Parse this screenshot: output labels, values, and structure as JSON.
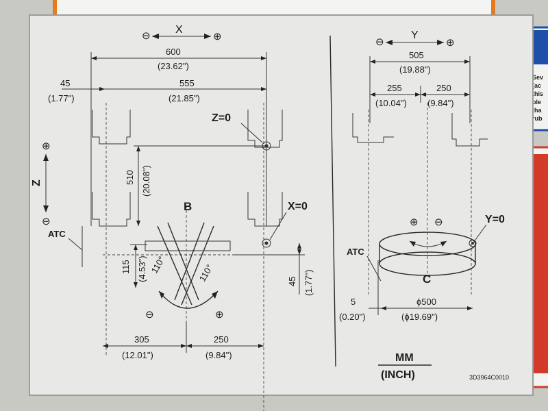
{
  "x_axis": {
    "label": "X",
    "minus": "⊖",
    "plus": "⊕"
  },
  "y_axis": {
    "label": "Y",
    "minus": "⊖",
    "plus": "⊕"
  },
  "z_axis": {
    "label": "Z",
    "plus": "⊕",
    "minus": "⊖"
  },
  "dims": {
    "d600": "600",
    "d600_in": "(23.62\")",
    "d45_top": "45",
    "d45_top_in": "(1.77\")",
    "d555": "555",
    "d555_in": "(21.85\")",
    "d510": "510",
    "d510_in": "(20.08\")",
    "d115": "115",
    "d115_in": "(4.53\")",
    "d45_mid": "45",
    "d45_mid_in": "(1.77\")",
    "d305": "305",
    "d305_in": "(12.01\")",
    "d250_bot": "250",
    "d250_bot_in": "(9.84\")",
    "d505": "505",
    "d505_in": "(19.88\")",
    "d255": "255",
    "d255_in": "(10.04\")",
    "d250_top": "250",
    "d250_top_in": "(9.84\")",
    "d5": "5",
    "d5_in": "(0.20\")",
    "d500": "ϕ500",
    "d500_in": "(ϕ19.69\")"
  },
  "labels": {
    "z0": "Z=0",
    "x0": "X=0",
    "y0": "Y=0",
    "b": "B",
    "c": "C",
    "atc_left": "ATC",
    "atc_right": "ATC",
    "angle_left": "110°",
    "angle_right": "110°",
    "rot_minus": "⊖",
    "rot_plus": "⊕",
    "c_plus": "⊕",
    "c_minus": "⊖",
    "units_top": "MM",
    "units_bottom": "(INCH)",
    "part_no": "3D3964C0010"
  },
  "side_label_text": [
    "Sev",
    "(ac",
    "this",
    "ple",
    "tha",
    "rub"
  ],
  "colors": {
    "panel": "#e8e8e6",
    "ink": "#1c1c1c",
    "sticker_orange": "#e57a1e",
    "sticker_blue": "#1f4fa8",
    "sticker_red": "#d23a2a"
  }
}
